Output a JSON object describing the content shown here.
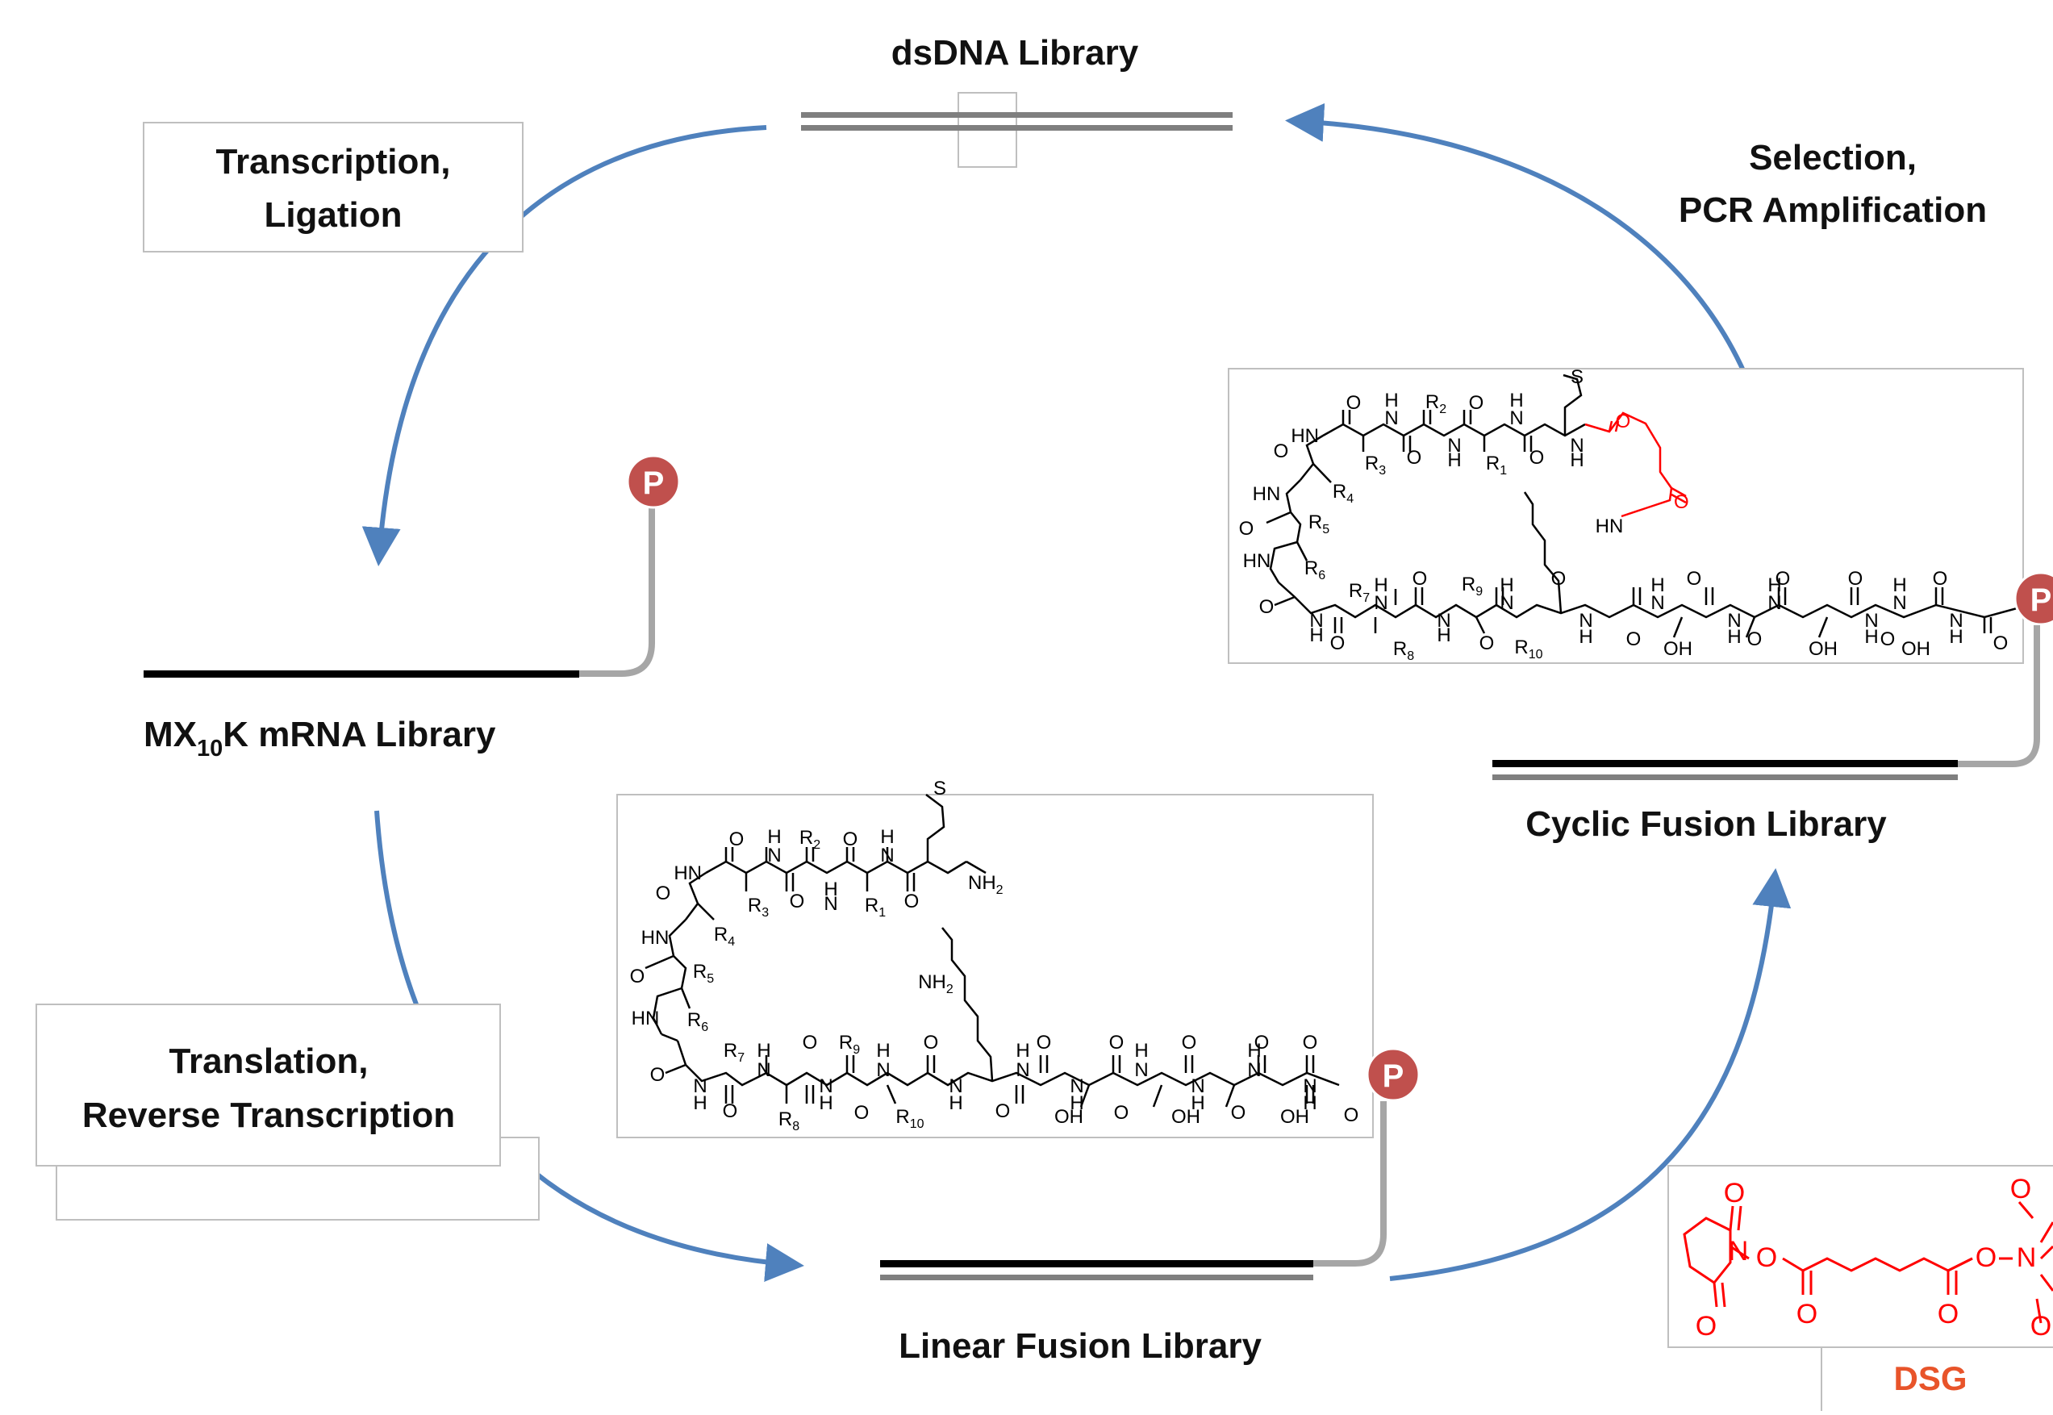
{
  "labels": {
    "dsdna": "dsDNA Library",
    "mrna_prefix": "MX",
    "mrna_sub": "10",
    "mrna_suffix": "K mRNA Library",
    "linear": "Linear Fusion Library",
    "cyclic": "Cyclic Fusion Library",
    "dsg": "DSG"
  },
  "steps": {
    "transcription_line1": "Transcription,",
    "transcription_line2": "Ligation",
    "selection_line1": "Selection,",
    "selection_line2": "PCR Amplification",
    "translation_line1": "Translation,",
    "translation_line2": "Reverse Transcription"
  },
  "markers": {
    "phosphate": "P"
  },
  "chem": {
    "O": "O",
    "HN": "HN",
    "H": "H",
    "N": "N",
    "NH2": "NH",
    "OH": "OH",
    "S": "S",
    "R1": "R",
    "R2": "R",
    "R3": "R",
    "R4": "R",
    "R5": "R",
    "R6": "R",
    "R7": "R",
    "R8": "R",
    "R9": "R",
    "R10": "R",
    "s1": "1",
    "s2": "2",
    "s3": "3",
    "s4": "4",
    "s5": "5",
    "s6": "6",
    "s7": "7",
    "s8": "8",
    "s9": "9",
    "s10": "10",
    "sub2": "2"
  },
  "colors": {
    "arrow": "#4F81BD",
    "phosphate": "#C0504D",
    "linker": "#FF0000",
    "strand_dark": "#000000",
    "strand_grey": "#7F7F7F",
    "tail": "#A6A6A6"
  }
}
